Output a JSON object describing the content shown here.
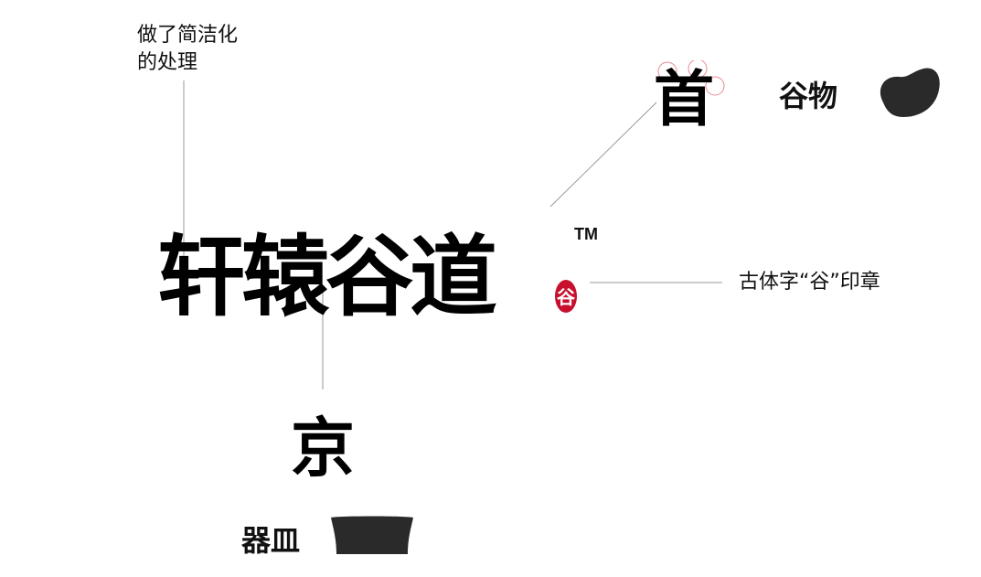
{
  "logo": {
    "text": "轩辕谷道",
    "tm": "TM"
  },
  "annotations": {
    "simplify_line1": "做了简洁化",
    "simplify_line2": "的处理",
    "seal": "古体字“谷”印章"
  },
  "details": {
    "grain_glyph": "首",
    "grain_label": "谷物",
    "vessel_glyph": "京",
    "vessel_label": "器皿",
    "seal_glyph": "谷"
  },
  "colors": {
    "seal_red": "#c8102e",
    "icon_dark": "#2a2a2a",
    "line": "#999999"
  }
}
